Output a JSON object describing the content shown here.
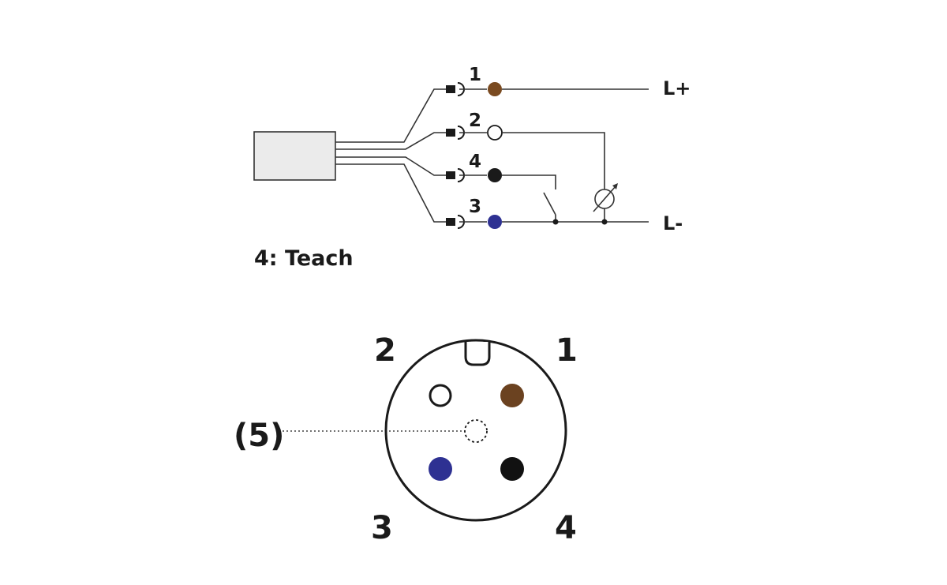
{
  "wiring": {
    "pins": [
      {
        "number": "1",
        "color": "#7a4a20",
        "filled": true
      },
      {
        "number": "2",
        "color": "#ffffff",
        "filled": false
      },
      {
        "number": "4",
        "color": "#1a1a1a",
        "filled": true
      },
      {
        "number": "3",
        "color": "#2e3192",
        "filled": true
      }
    ],
    "rail_positive": "L+",
    "rail_negative": "L-",
    "caption": "4: Teach"
  },
  "connector": {
    "pin_labels": {
      "pin1": "1",
      "pin2": "2",
      "pin3": "3",
      "pin4": "4",
      "pin5": "(5)"
    },
    "colors": {
      "pin1": "#6b4220",
      "pin2": "#ffffff",
      "pin3": "#2e3192",
      "pin4": "#111111"
    }
  }
}
